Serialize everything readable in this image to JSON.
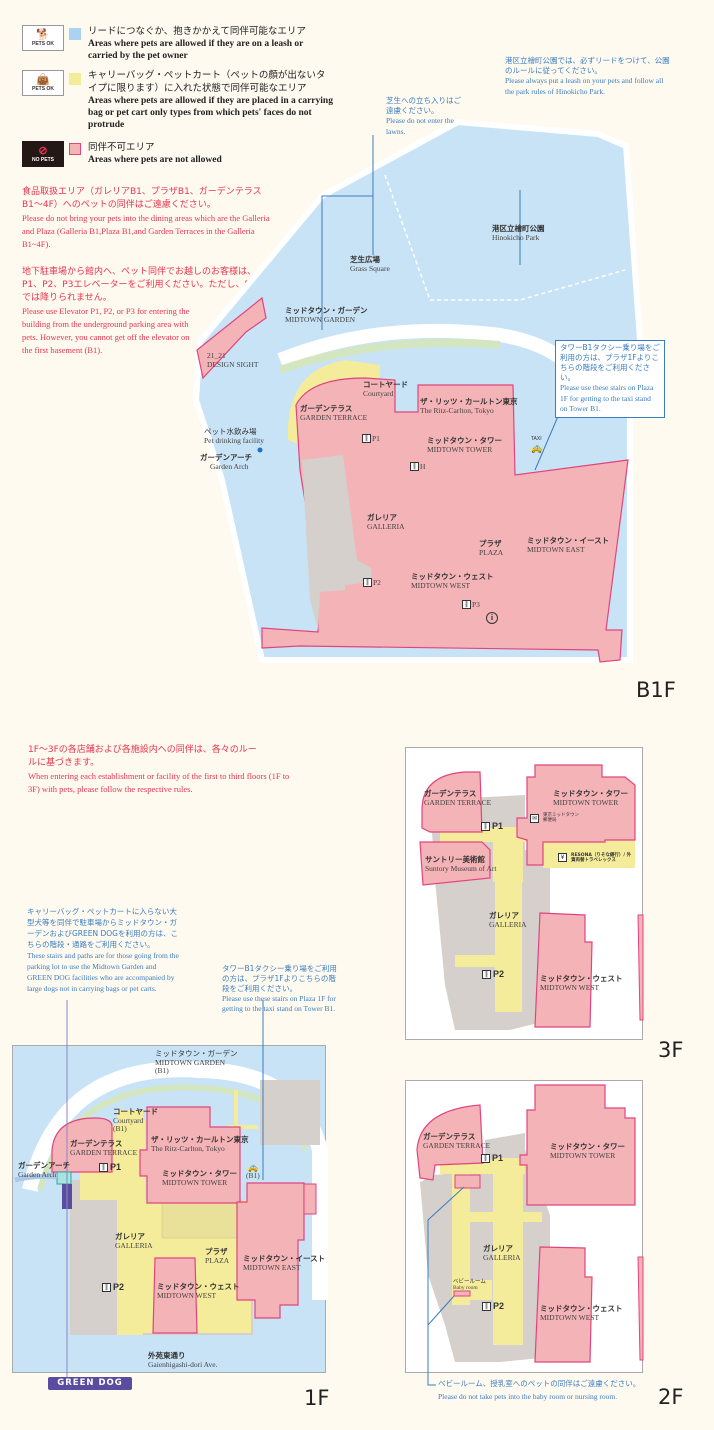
{
  "colors": {
    "leash": "#a9d3f0",
    "carrier": "#f4ec9a",
    "no_pets": "#f4b3b6",
    "no_pets_border": "#e0457f",
    "notice_red": "#e8344e",
    "notice_blue": "#3a7cc0",
    "green_dog": "#5a4da0"
  },
  "legend": [
    {
      "icon": "pets-ok-dog-icon",
      "icon_label": "PETS OK",
      "jp": "リードにつなぐか、抱きかかえて同伴可能なエリア",
      "en": "Areas where pets are allowed if they are on a leash or carried by the pet owner"
    },
    {
      "icon": "pets-ok-carrier-icon",
      "icon_label": "PETS OK",
      "jp": "キャリーバッグ・ペットカート（ペットの顔が出ないタイプに限ります）に入れた状態で同伴可能なエリア",
      "en": "Areas where pets are allowed if they are placed in a carrying bag or pet cart only types from which pets' faces do not protrude"
    },
    {
      "icon": "no-pets-icon",
      "icon_label": "NO PETS",
      "jp": "同伴不可エリア",
      "en": "Areas where pets are not allowed"
    }
  ],
  "notices": {
    "dining_jp": "食品取扱エリア（ガレリアB1、プラザB1、ガーデンテラスB1～4F）へのペットの同伴はご遠慮ください。",
    "dining_en": "Please do not bring your pets into the dining areas which are the Galleria and Plaza (Galleria B1,Plaza B1,and Garden Terraces in the Galleria B1~4F).",
    "parking_jp": "地下駐車場から館内へ、ペット同伴でお越しのお客様は、P1、P2、P3エレベーターをご利用ください。ただし、B1では降りられません。",
    "parking_en": "Please use Elevator P1, P2, or P3 for entering the building from the underground parking area with pets. However, you cannot get off the elevator on the first basement (B1).",
    "lawn_jp": "芝生への立ち入りはご遠慮ください。",
    "lawn_en": "Please do not enter the lawns.",
    "park_jp": "港区立檜町公園では、必ずリードをつけて、公園のルールに従ってください。",
    "park_en": "Please always put a leash on your pets and follow all the park rules of Hinokicho Park.",
    "taxi_jp": "タワーB1タクシー乗り場をご利用の方は、プラザ1Fよりこちらの階段をご利用ください。",
    "taxi_en": "Please use these stairs on Plaza 1F for getting to the taxi stand on Tower B1.",
    "floors_jp": "1F～3Fの各店舗および各施設内への同伴は、各々のルールに基づきます。",
    "floors_en": "When entering each establishment or facility of the first to third floors (1F to 3F) with pets, please follow the respective rules.",
    "stairs_jp": "キャリーバッグ・ペットカートに入らない大型犬等を同伴で駐車場からミッドタウン・ガーデンおよびGREEN DOGを利用の方は、こちらの階段・通路をご利用ください。",
    "stairs_en": "These stairs and paths are for those going from the parking lot to use the Midtown Garden and GREEN DOG facilities who are accompanied by large dogs not in carrying bags or pet carts.",
    "baby_jp": "ベビールーム、授乳室へのペットの同伴はご遠慮ください。",
    "baby_en": "Please do not take pets into the baby room or nursing room."
  },
  "b1": {
    "floor_label": "B1F",
    "places": [
      {
        "jp": "芝生広場",
        "en": "Grass Square"
      },
      {
        "jp": "港区立檜町公園",
        "en": "Hinokicho Park"
      },
      {
        "jp": "ミッドタウン・ガーデン",
        "en": "MIDTOWN GARDEN"
      },
      {
        "jp": "21_21",
        "en": "DESIGN SIGHT"
      },
      {
        "jp": "コートヤード",
        "en": "Courtyard"
      },
      {
        "jp": "ガーデンテラス",
        "en": "GARDEN TERRACE"
      },
      {
        "jp": "ザ・リッツ・カールトン東京",
        "en": "The Ritz-Carlton, Tokyo"
      },
      {
        "jp": "ミッドタウン・タワー",
        "en": "MIDTOWN TOWER"
      },
      {
        "jp": "ペット水飲み場",
        "en": "Pet drinking facility"
      },
      {
        "jp": "ガーデンアーチ",
        "en": "Garden Arch"
      },
      {
        "jp": "ガレリア",
        "en": "GALLERIA"
      },
      {
        "jp": "プラザ",
        "en": "PLAZA"
      },
      {
        "jp": "ミッドタウン・イースト",
        "en": "MIDTOWN EAST"
      },
      {
        "jp": "ミッドタウン・ウェスト",
        "en": "MIDTOWN WEST"
      }
    ],
    "elevators": [
      "P1",
      "P2",
      "P3",
      "H"
    ],
    "taxi": "TAXI"
  },
  "f1": {
    "floor_label": "1F",
    "places": [
      {
        "jp": "ミッドタウン・ガーデン",
        "en": "MIDTOWN GARDEN",
        "sub": "(B1)"
      },
      {
        "jp": "コートヤード",
        "en": "Courtyard",
        "sub": "(B1)"
      },
      {
        "jp": "ガーデンテラス",
        "en": "GARDEN TERRACE"
      },
      {
        "jp": "ザ・リッツ・カールトン東京",
        "en": "The Ritz-Carlton, Tokyo"
      },
      {
        "jp": "ミッドタウン・タワー",
        "en": "MIDTOWN TOWER"
      },
      {
        "jp": "ガーデンアーチ",
        "en": "Garden Arch"
      },
      {
        "jp": "ガレリア",
        "en": "GALLERIA"
      },
      {
        "jp": "プラザ",
        "en": "PLAZA"
      },
      {
        "jp": "ミッドタウン・イースト",
        "en": "MIDTOWN EAST"
      },
      {
        "jp": "ミッドタウン・ウェスト",
        "en": "MIDTOWN WEST"
      },
      {
        "jp": "外苑東通り",
        "en": "Gaienhigashi-dori Ave."
      }
    ],
    "taxi_sub": "(B1)",
    "elevators": [
      "P1",
      "P2"
    ],
    "green_dog": "GREEN DOG"
  },
  "f3": {
    "floor_label": "3F",
    "places": [
      {
        "jp": "ガーデンテラス",
        "en": "GARDEN TERRACE"
      },
      {
        "jp": "ミッドタウン・タワー",
        "en": "MIDTOWN TOWER"
      },
      {
        "jp": "サントリー美術館",
        "en": "Suntory Museum of Art"
      },
      {
        "jp": "ガレリア",
        "en": "GALLERIA"
      },
      {
        "jp": "ミッドタウン・ウェスト",
        "en": "MIDTOWN WEST"
      }
    ],
    "post_office": "東京ミッドタウン郵便局",
    "resona": "RESONA（りそな銀行）/ 外貨両替トラベレックス",
    "elevators": [
      "P1",
      "P2"
    ]
  },
  "f2": {
    "floor_label": "2F",
    "places": [
      {
        "jp": "ガーデンテラス",
        "en": "GARDEN TERRACE"
      },
      {
        "jp": "ミッドタウン・タワー",
        "en": "MIDTOWN TOWER"
      },
      {
        "jp": "ガレリア",
        "en": "GALLERIA"
      },
      {
        "jp": "ミッドタウン・ウェスト",
        "en": "MIDTOWN WEST"
      },
      {
        "jp": "ベビールーム",
        "en": "Baby room"
      }
    ],
    "elevators": [
      "P1",
      "P2"
    ]
  }
}
